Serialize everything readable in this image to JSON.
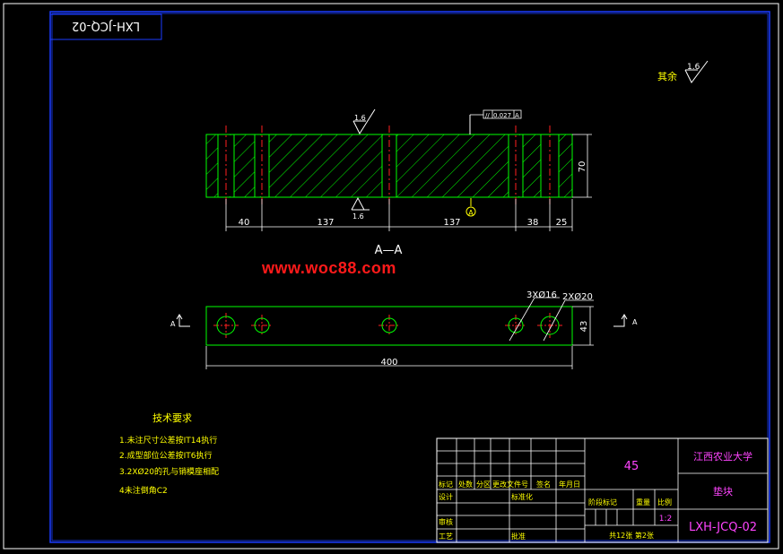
{
  "drawing": {
    "code_top": "LXH-JCQ-02",
    "watermark": "www.woc88.com",
    "section_label": "A—A",
    "section_marker": "A",
    "roughness_rest_label": "其余",
    "roughness_value": "1.6",
    "tolerance_frame": {
      "symbol": "//",
      "value": "0.027",
      "datum": "A"
    },
    "datum_letter": "A",
    "dims_section": [
      "40",
      "137",
      "137",
      "38",
      "25"
    ],
    "dim_height_section": "70",
    "dim_length_plan": "400",
    "dim_width_plan": "43",
    "hole_label_small": "3XØ16",
    "hole_label_large": "2XØ20"
  },
  "tech_requirements": {
    "title": "技术要求",
    "items": [
      "1.未注尺寸公差按IT14执行",
      "2.成型部位公差按IT6执行",
      "3.2XØ20的孔与销模座相配",
      "4未注倒角C2"
    ]
  },
  "title_block": {
    "header_cells": [
      "标记",
      "处数",
      "分区",
      "更改文件号",
      "签名",
      "年月日"
    ],
    "row_design": {
      "label": "设计",
      "std": "标准化"
    },
    "row_review": "审核",
    "row_process": "工艺",
    "row_approve": "批准",
    "stage_labels": [
      "阶段标记",
      "重量",
      "比例"
    ],
    "material": "45",
    "school": "江西农业大学",
    "part_name": "垫块",
    "scale": "1:2",
    "sheets": "共12张 第2张",
    "drawing_code": "LXH-JCQ-02"
  },
  "colors": {
    "frame": "#1a3cff",
    "outline": "#00ff00",
    "hatch": "#00ff00",
    "centerline": "#ff2020",
    "dimension": "#ffffff",
    "text_yellow": "#ffff00",
    "text_magenta": "#ff44ff",
    "watermark": "#ff1a1a"
  }
}
